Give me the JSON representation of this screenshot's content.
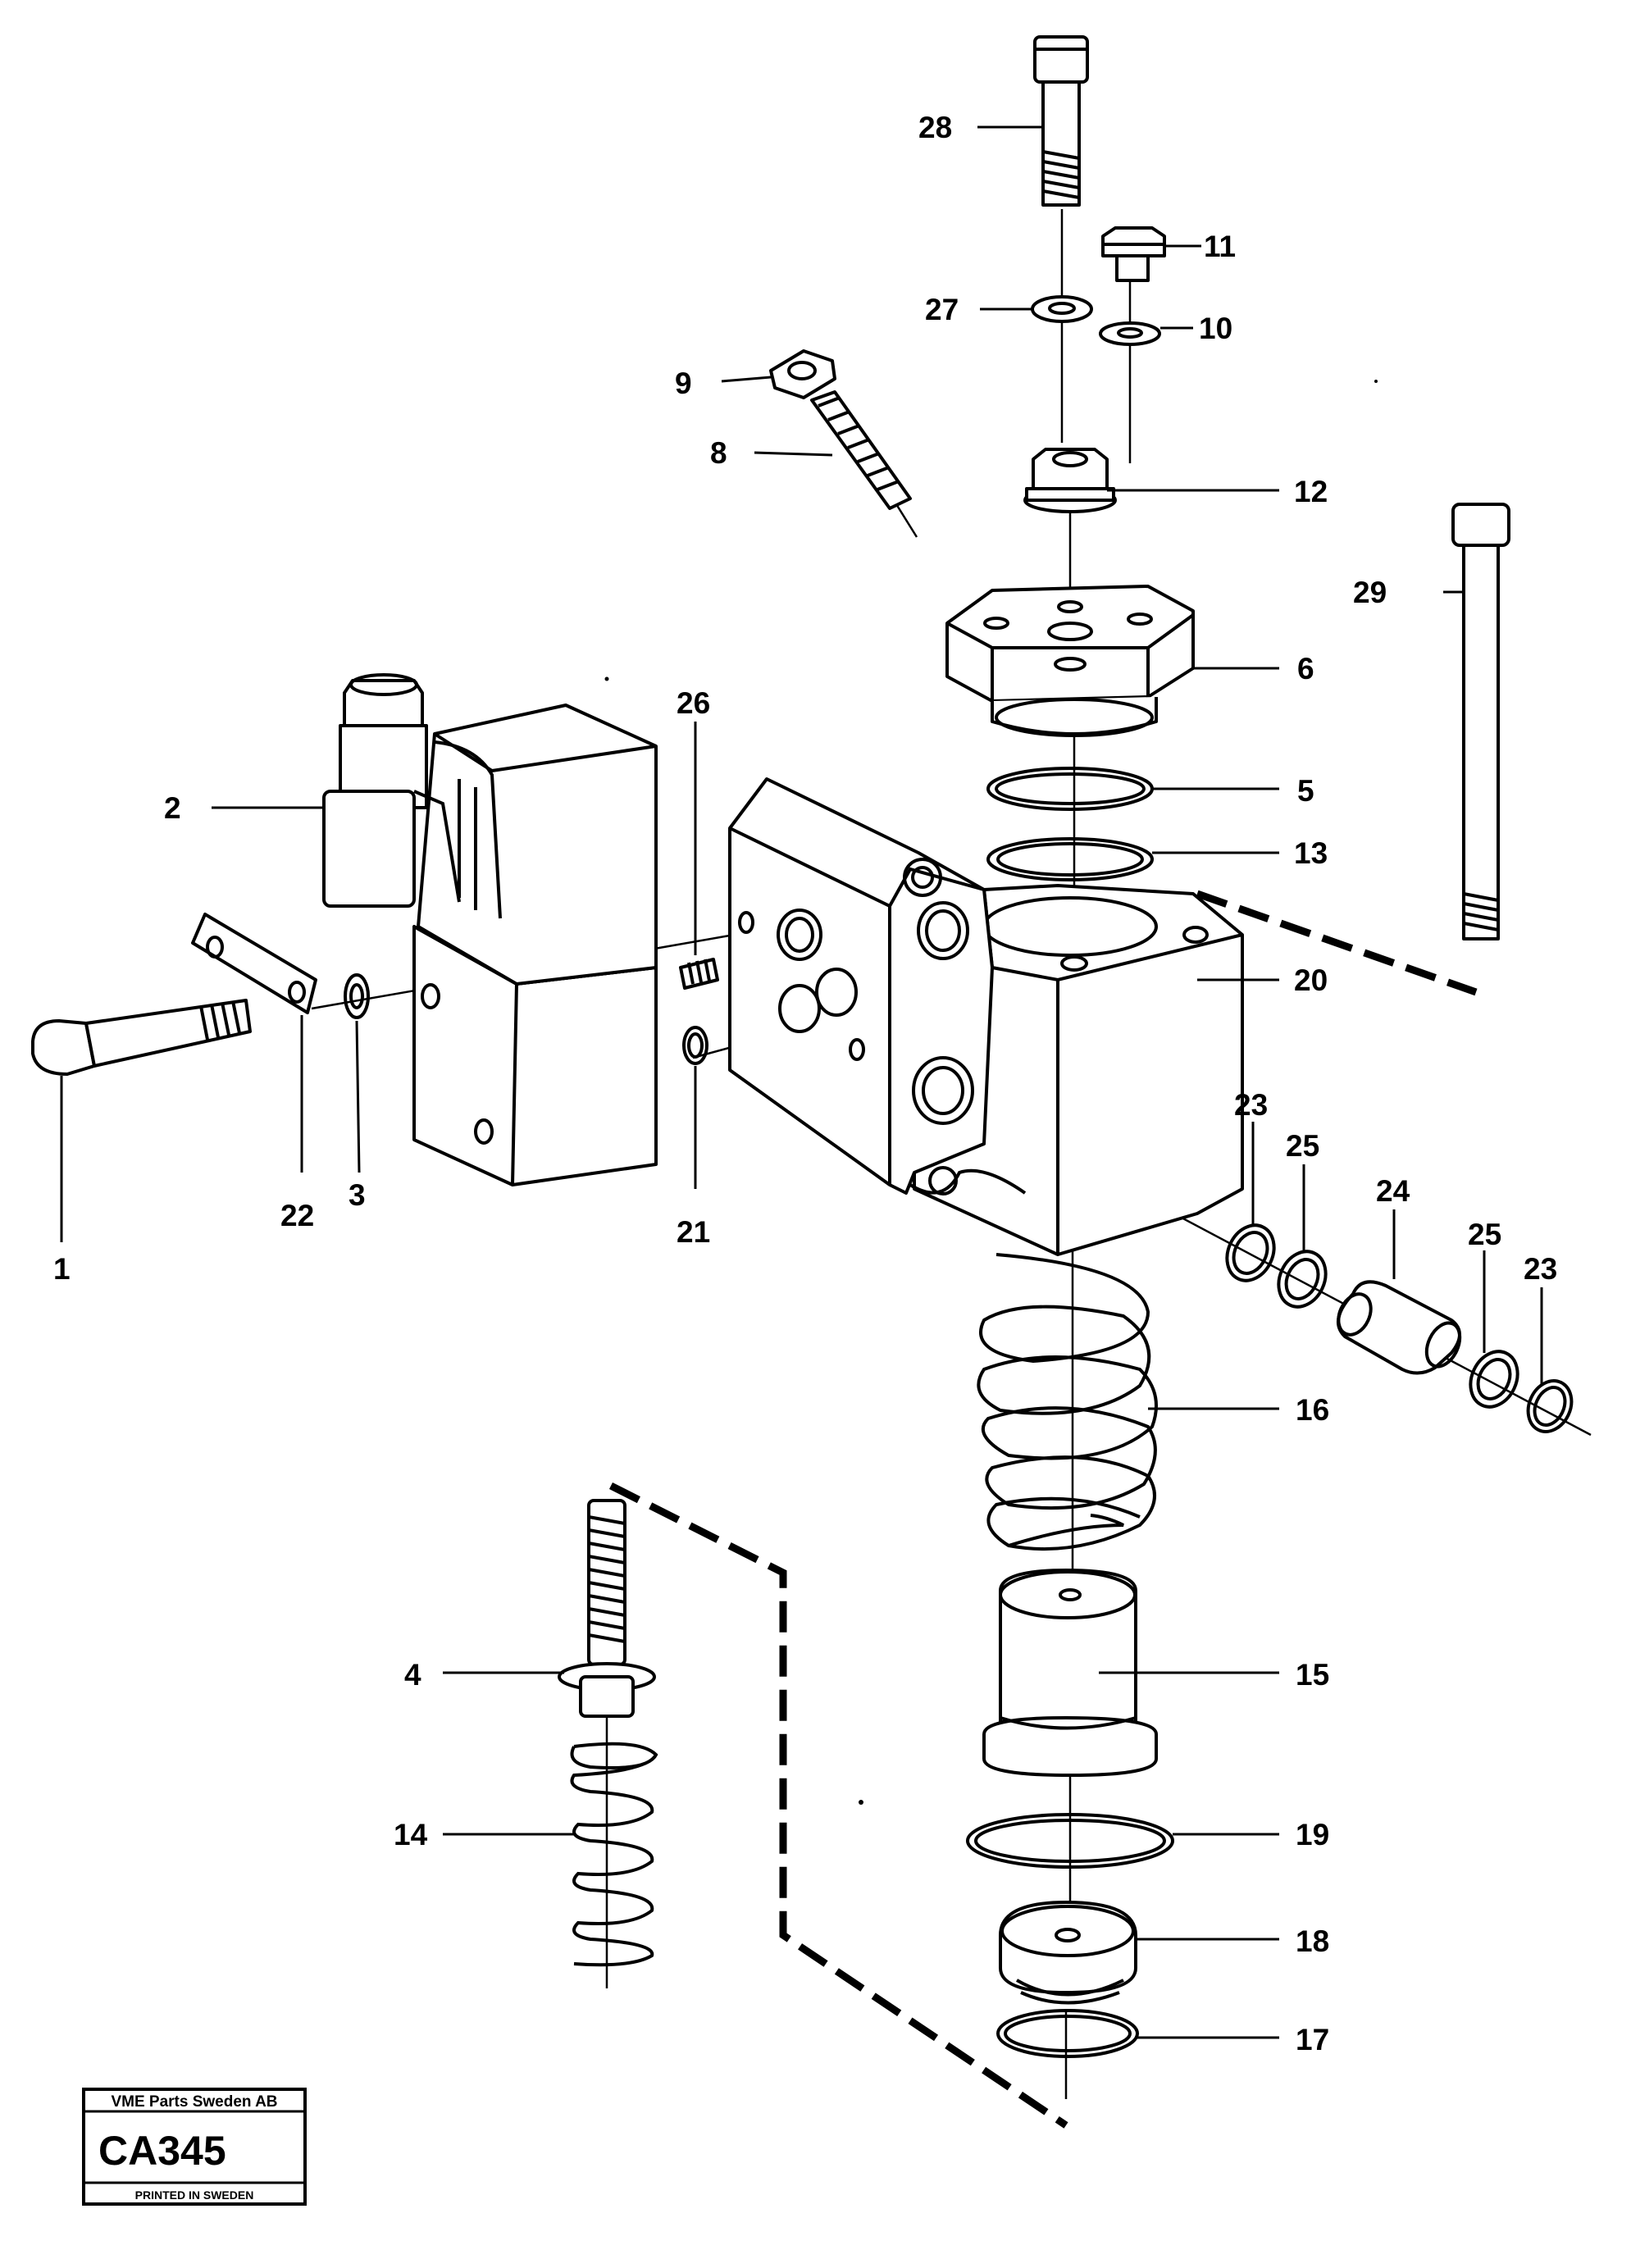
{
  "labels": {
    "l1": "1",
    "l2": "2",
    "l3": "3",
    "l4": "4",
    "l5": "5",
    "l6": "6",
    "l8": "8",
    "l9": "9",
    "l10": "10",
    "l11": "11",
    "l12": "12",
    "l13": "13",
    "l14": "14",
    "l15": "15",
    "l16": "16",
    "l17": "17",
    "l18": "18",
    "l19": "19",
    "l20": "20",
    "l21": "21",
    "l22": "22",
    "l23a": "23",
    "l23b": "23",
    "l24": "24",
    "l25a": "25",
    "l25b": "25",
    "l26": "26",
    "l27": "27",
    "l28": "28",
    "l29": "29"
  },
  "stamp": {
    "company": "VME Parts Sweden AB",
    "code": "CA345",
    "printed": "PRINTED IN SWEDEN"
  }
}
